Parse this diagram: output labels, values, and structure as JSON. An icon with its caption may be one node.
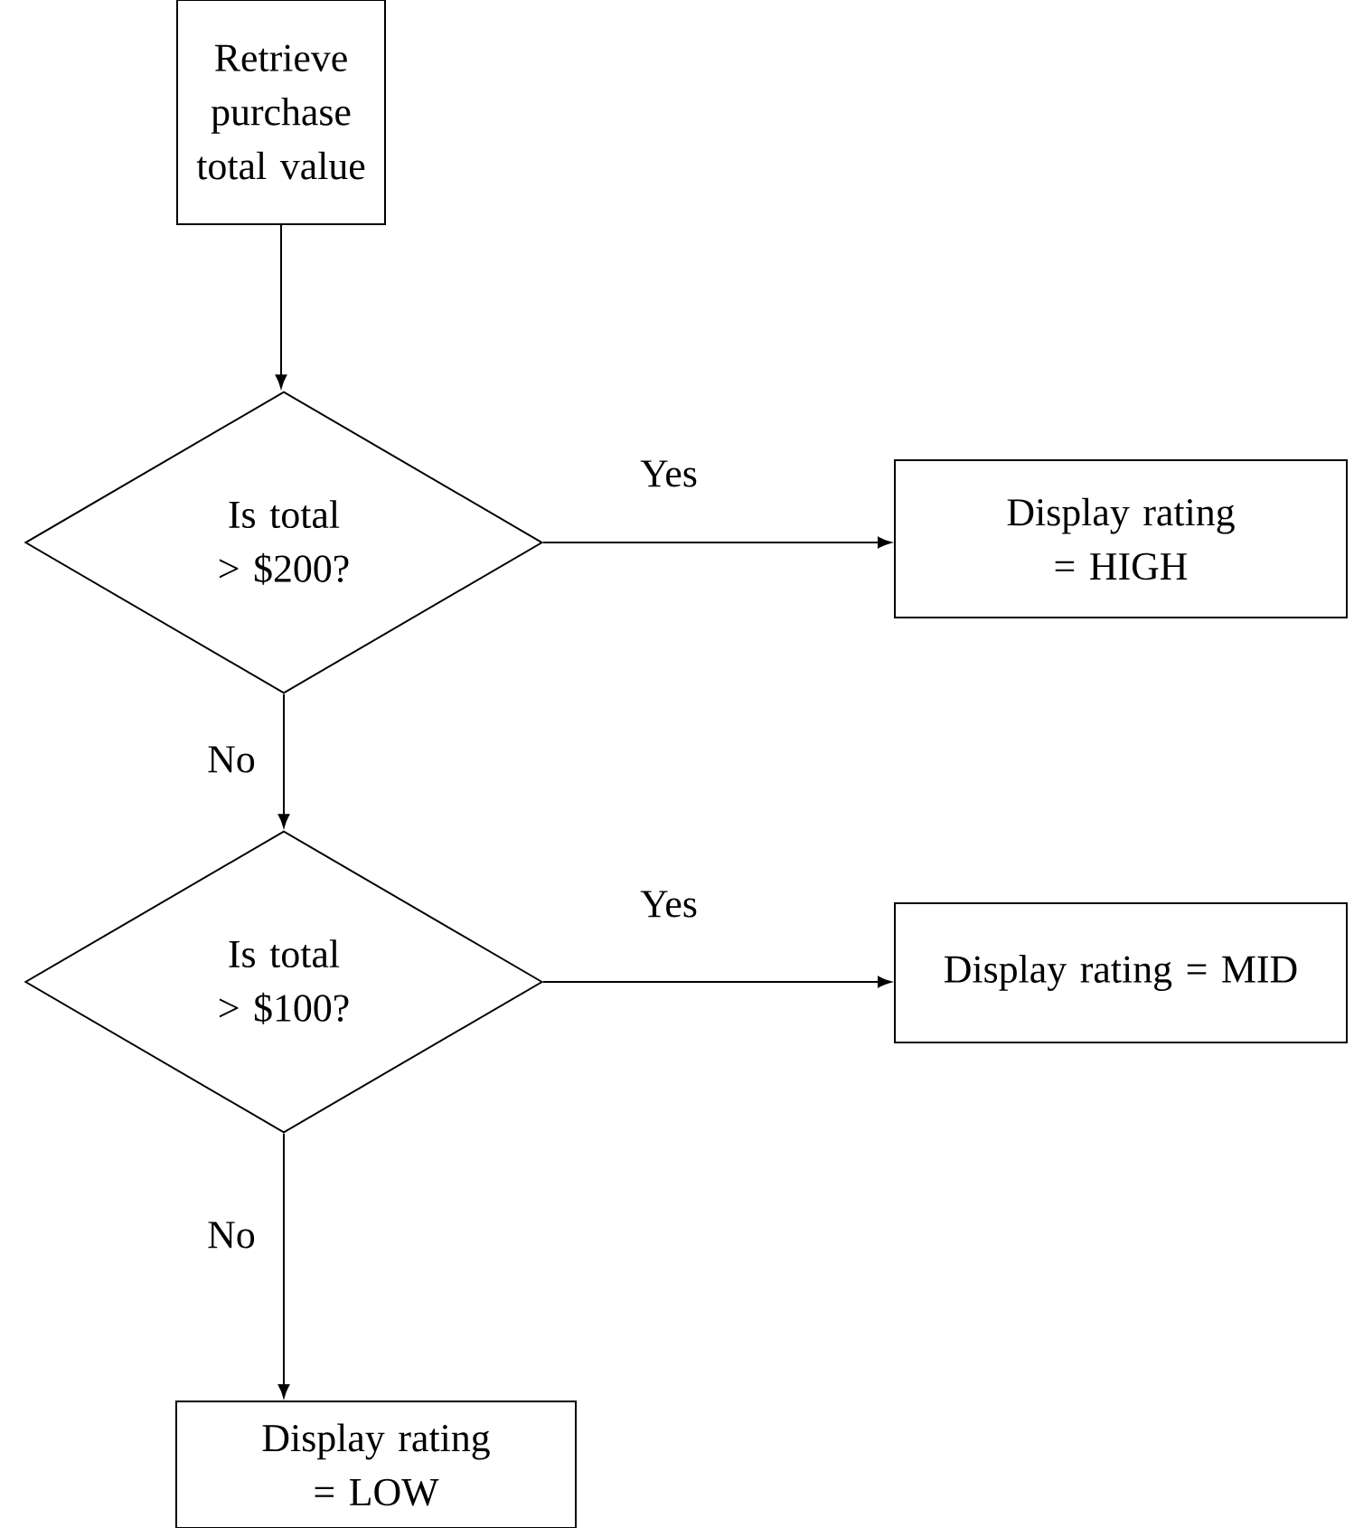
{
  "diagram": {
    "nodes": [
      {
        "text": [
          "Retrieve purchase total value"
        ]
      },
      {
        "text": [
          "Is total > $200?"
        ]
      },
      {
        "text": [
          "Display rating = HIGH"
        ]
      },
      {
        "text": [
          "Is total > $100?"
        ]
      },
      {
        "text": [
          "Display rating = MID"
        ]
      },
      {
        "text": [
          "Display rating = LOW"
        ]
      }
    ],
    "edges": [
      {
        "from": 0,
        "to": 1,
        "arrow": "to"
      },
      {
        "from": 1,
        "to": 2,
        "arrow": "to",
        "label": "Yes"
      },
      {
        "from": 1,
        "to": 3,
        "arrow": "to",
        "label": "No"
      },
      {
        "from": 3,
        "to": 4,
        "arrow": "to",
        "label": "Yes"
      },
      {
        "from": 3,
        "to": 5,
        "arrow": "to",
        "label": "No"
      }
    ]
  }
}
